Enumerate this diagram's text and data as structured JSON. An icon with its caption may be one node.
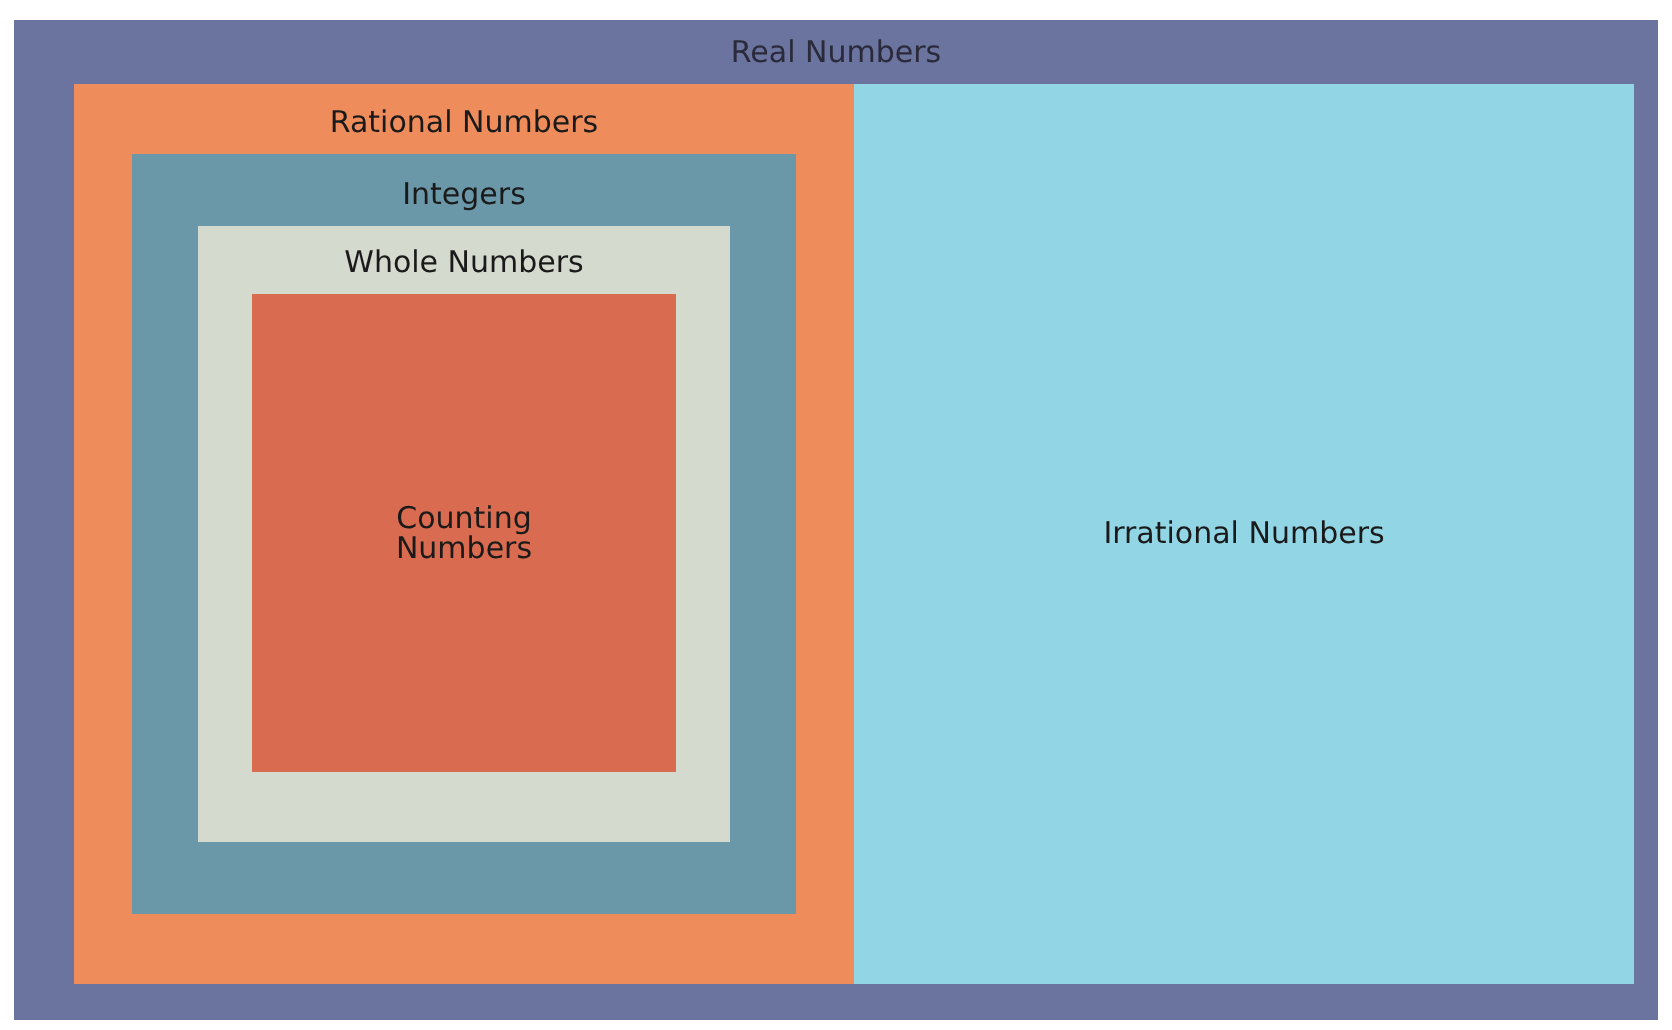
{
  "diagram": {
    "nodes": [
      {
        "text": [
          "Real Numbers"
        ]
      },
      {
        "text": [
          "Rational Numbers"
        ],
        "in": 0
      },
      {
        "text": [
          "Integers"
        ],
        "in": 1
      },
      {
        "text": [
          "Whole Numbers"
        ],
        "in": 2
      },
      {
        "text": [
          "Counting Numbers"
        ],
        "in": 3
      },
      {
        "text": [
          "Irrational Numbers"
        ],
        "in": 0
      }
    ]
  }
}
